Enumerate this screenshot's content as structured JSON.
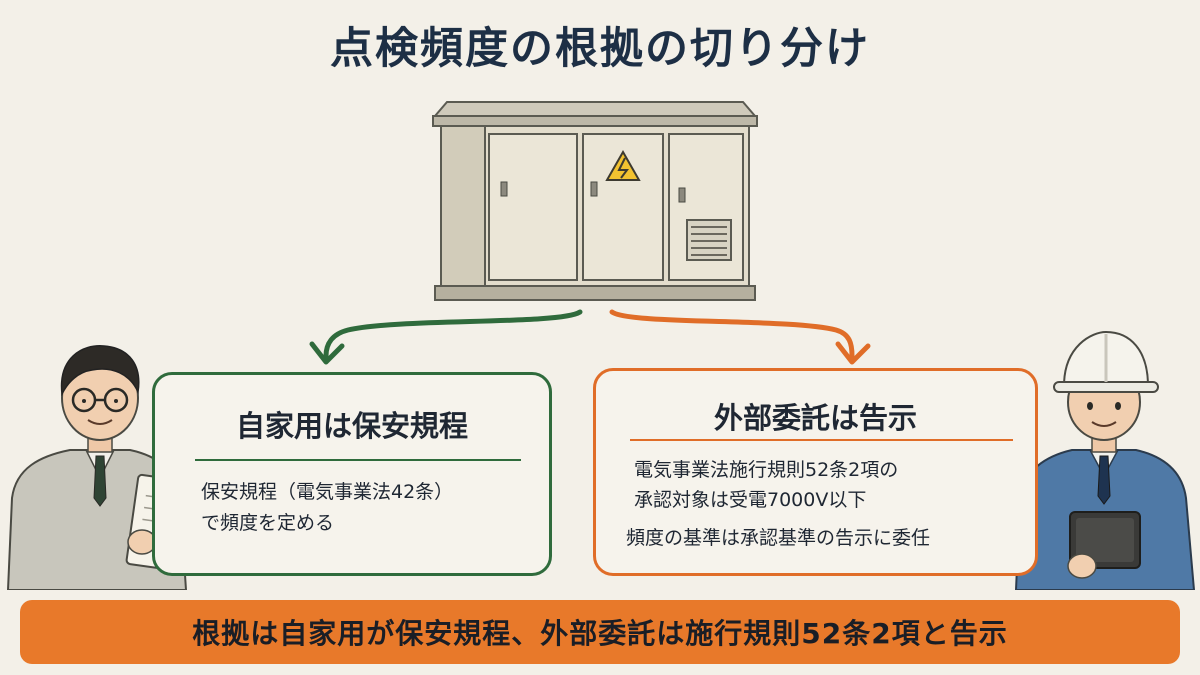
{
  "title": "点検頻度の根拠の切り分け",
  "left_box": {
    "heading": "自家用は保安規程",
    "lines": [
      "保安規程（電気事業法42条）",
      "で頻度を定める"
    ]
  },
  "right_box": {
    "heading": "外部委託は告示",
    "lines1": [
      "電気事業法施行規則52条2項の",
      "承認対象は受電7000V以下"
    ],
    "lines2": [
      "頻度の基準は承認基準の告示に委任"
    ]
  },
  "banner": "根拠は自家用が保安規程、外部委託は施行規則52条2項と告示",
  "colors": {
    "green": "#2f6b3c",
    "orange": "#e06d28",
    "banner": "#e8792a",
    "title": "#1d2f45",
    "background": "#f3f0e8"
  },
  "icons": {
    "cabinet": "electrical-cabinet-illustration",
    "warning": "high-voltage-warning-icon",
    "left_person": "engineer-with-clipboard",
    "right_person": "worker-with-hardhat-and-tablet"
  }
}
